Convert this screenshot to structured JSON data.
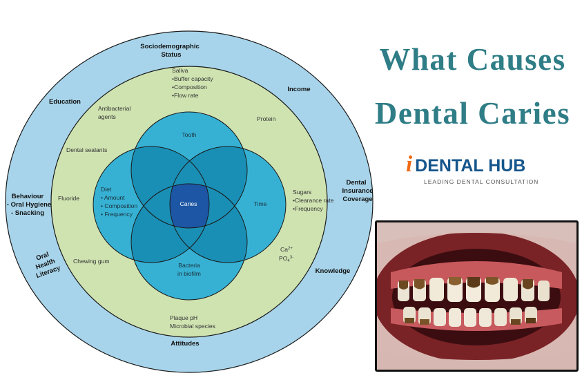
{
  "title": {
    "line1": "What Causes",
    "line2": "Dental Caries"
  },
  "brand": {
    "mark": "i",
    "name": "DENTAL HUB",
    "tagline": "LEADING DENTAL CONSULTATION",
    "colors": {
      "mark": "#ef6a12",
      "name": "#15558b"
    }
  },
  "colors": {
    "title": "#2f7d86",
    "outer_ring": "#a7d4ea",
    "middle_ring": "#cfe3b1",
    "venn_circle": "#36b1d3",
    "venn_overlap": "#1a8fb5",
    "center": "#1c56a4"
  },
  "diagram": {
    "outer_ring": {
      "sociodemographic_1": "Sociodemographic",
      "sociodemographic_2": "Status",
      "income": "Income",
      "education": "Education",
      "behaviour_1": "Behaviour",
      "behaviour_2": "- Oral Hygiene",
      "behaviour_3": "- Snacking",
      "dental_insurance_1": "Dental",
      "dental_insurance_2": "Insurance",
      "dental_insurance_3": "Coverage",
      "oral_health_1": "Oral",
      "oral_health_2": "Health",
      "oral_health_3": "Literacy",
      "knowledge": "Knowledge",
      "attitudes": "Attitudes"
    },
    "middle_ring": {
      "saliva_1": "Saliva",
      "saliva_2": "•Buffer capacity",
      "saliva_3": "•Composition",
      "saliva_4": "•Flow rate",
      "antibacterial_1": "Antibacterial",
      "antibacterial_2": "agents",
      "protein": "Protein",
      "dental_sealants": "Dental sealants",
      "fluoride": "Fluoride",
      "sugars_1": "Sugars",
      "sugars_2": "•Clearance rate",
      "sugars_3": "•Frequency",
      "chewing_gum": "Chewing gum",
      "calcium": "Ca",
      "calcium_sup": "2+",
      "phosphate": "PO",
      "phosphate_sub": "4",
      "phosphate_sup": "3-",
      "plaque_1": "Plaque pH",
      "plaque_2": "Microbial species"
    },
    "venn": {
      "tooth": "Tooth",
      "diet_1": "Diet",
      "diet_2": "• Amount",
      "diet_3": "• Composition",
      "diet_4": "• Frequency",
      "time": "Time",
      "bacteria_1": "Bacteria",
      "bacteria_2": "in biofilm",
      "center": "Caries"
    }
  }
}
